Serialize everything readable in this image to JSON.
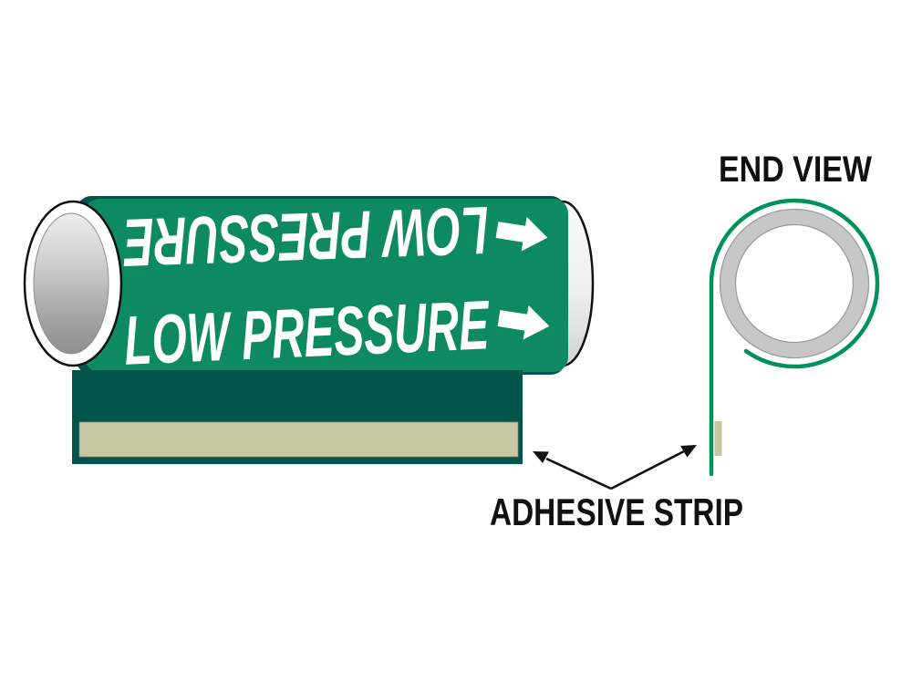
{
  "pipe_marker": {
    "label_top": "LOW PRESSURE",
    "label_top_orientation": "rotated 180 degrees (wrap-around repeat)",
    "label_bottom": "LOW PRESSURE",
    "flow_arrow_direction": "right",
    "flow_arrow_count": 2
  },
  "end_view": {
    "title": "END VIEW"
  },
  "annotations": {
    "adhesive_strip": "ADHESIVE STRIP",
    "adhesive_strip_pointer_count": 2
  },
  "colors": {
    "marker_green": "#0E8A63",
    "marker_edge_dark_green": "#00544A",
    "adhesive_beige": "#C9C6A4",
    "pipe_gray_light": "#EFEFEF",
    "pipe_gray_dark": "#8F8F8F",
    "end_view_ring_gray": "#C7C7C7",
    "coil_green": "#00925B",
    "annotation_black": "#111111",
    "background": "#FFFFFF"
  }
}
